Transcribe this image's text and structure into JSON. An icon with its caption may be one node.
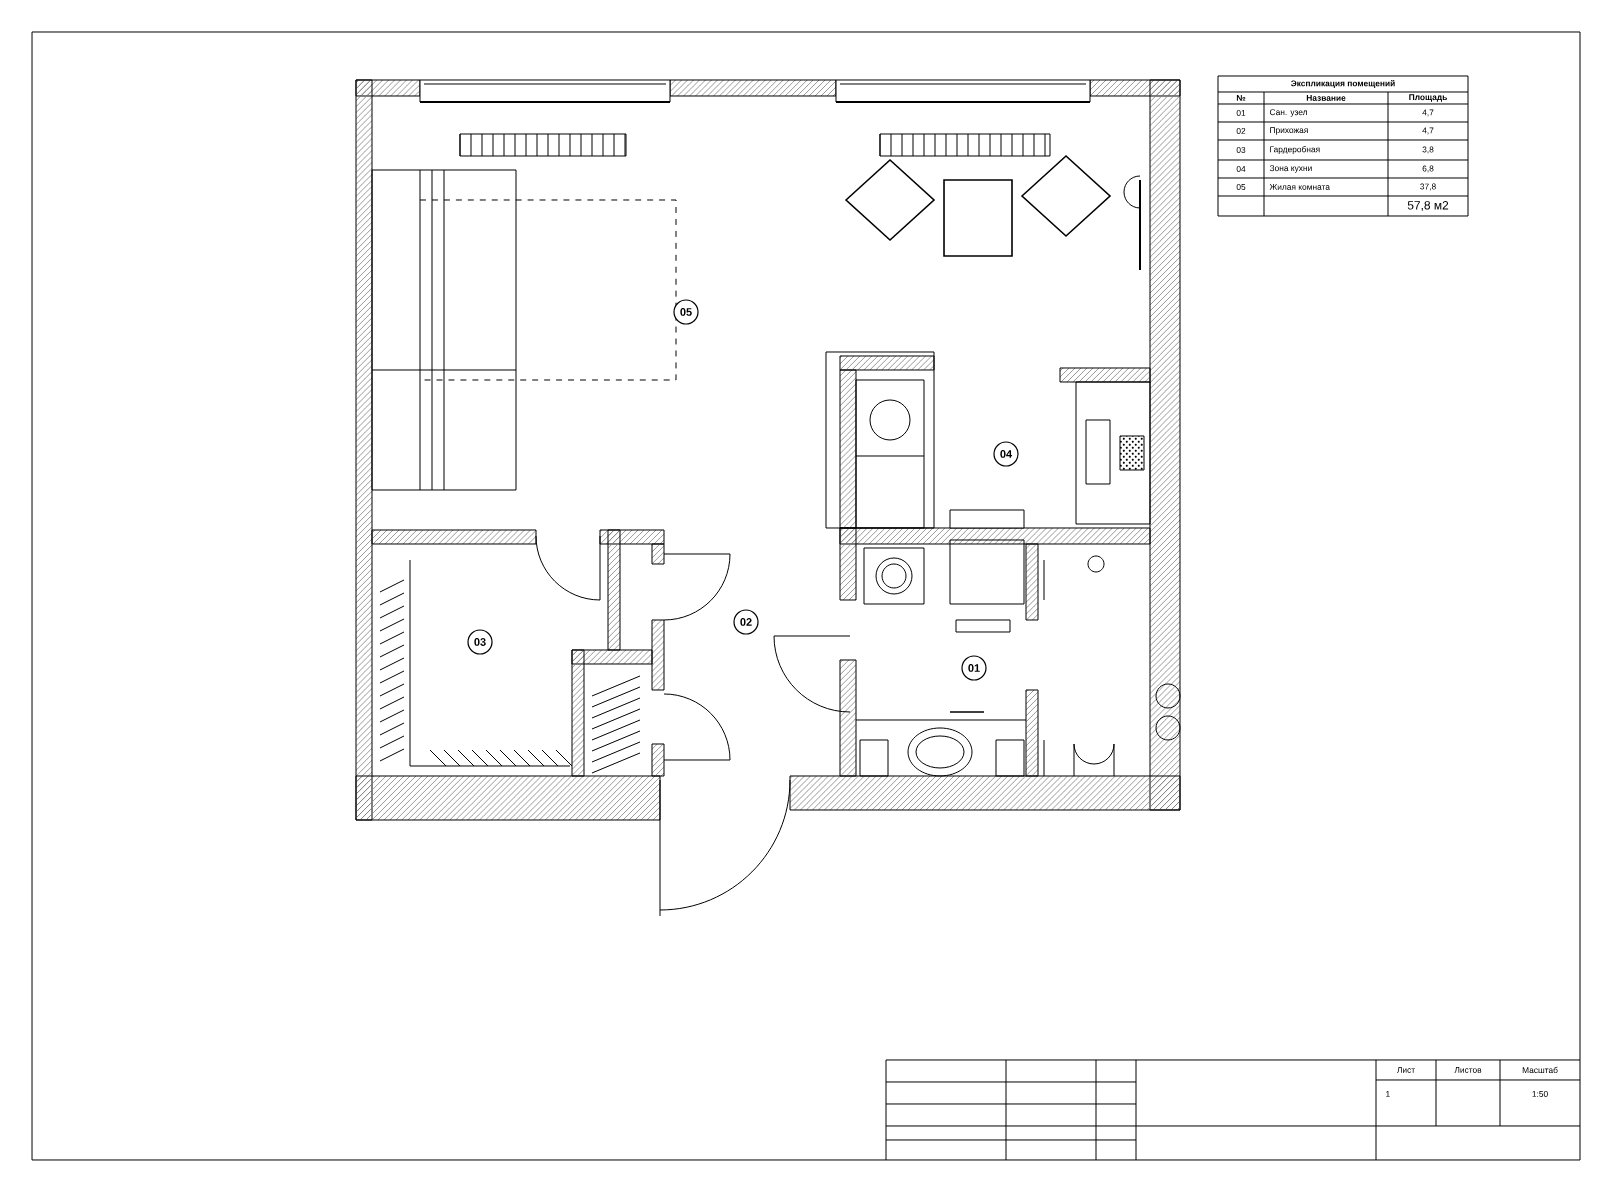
{
  "diagram": {
    "nodes": [
      {
        "text": [
          "05"
        ]
      },
      {
        "text": [
          "04"
        ]
      },
      {
        "text": [
          "02"
        ]
      },
      {
        "text": [
          "03"
        ]
      },
      {
        "text": [
          "01"
        ]
      }
    ],
    "labels": [
      "Экспликация помещений",
      "№",
      "Название",
      "Площадь",
      "01",
      "Сан. узел",
      "4,7",
      "02",
      "Прихожая",
      "4,7",
      "03",
      "Гардеробная",
      "3,8",
      "04",
      "Зона кухни",
      "6,8",
      "05",
      "Жилая комната",
      "37,8",
      "57,8 м2",
      "Лист",
      "Листов",
      "Масштаб",
      "1",
      "1:50"
    ]
  }
}
